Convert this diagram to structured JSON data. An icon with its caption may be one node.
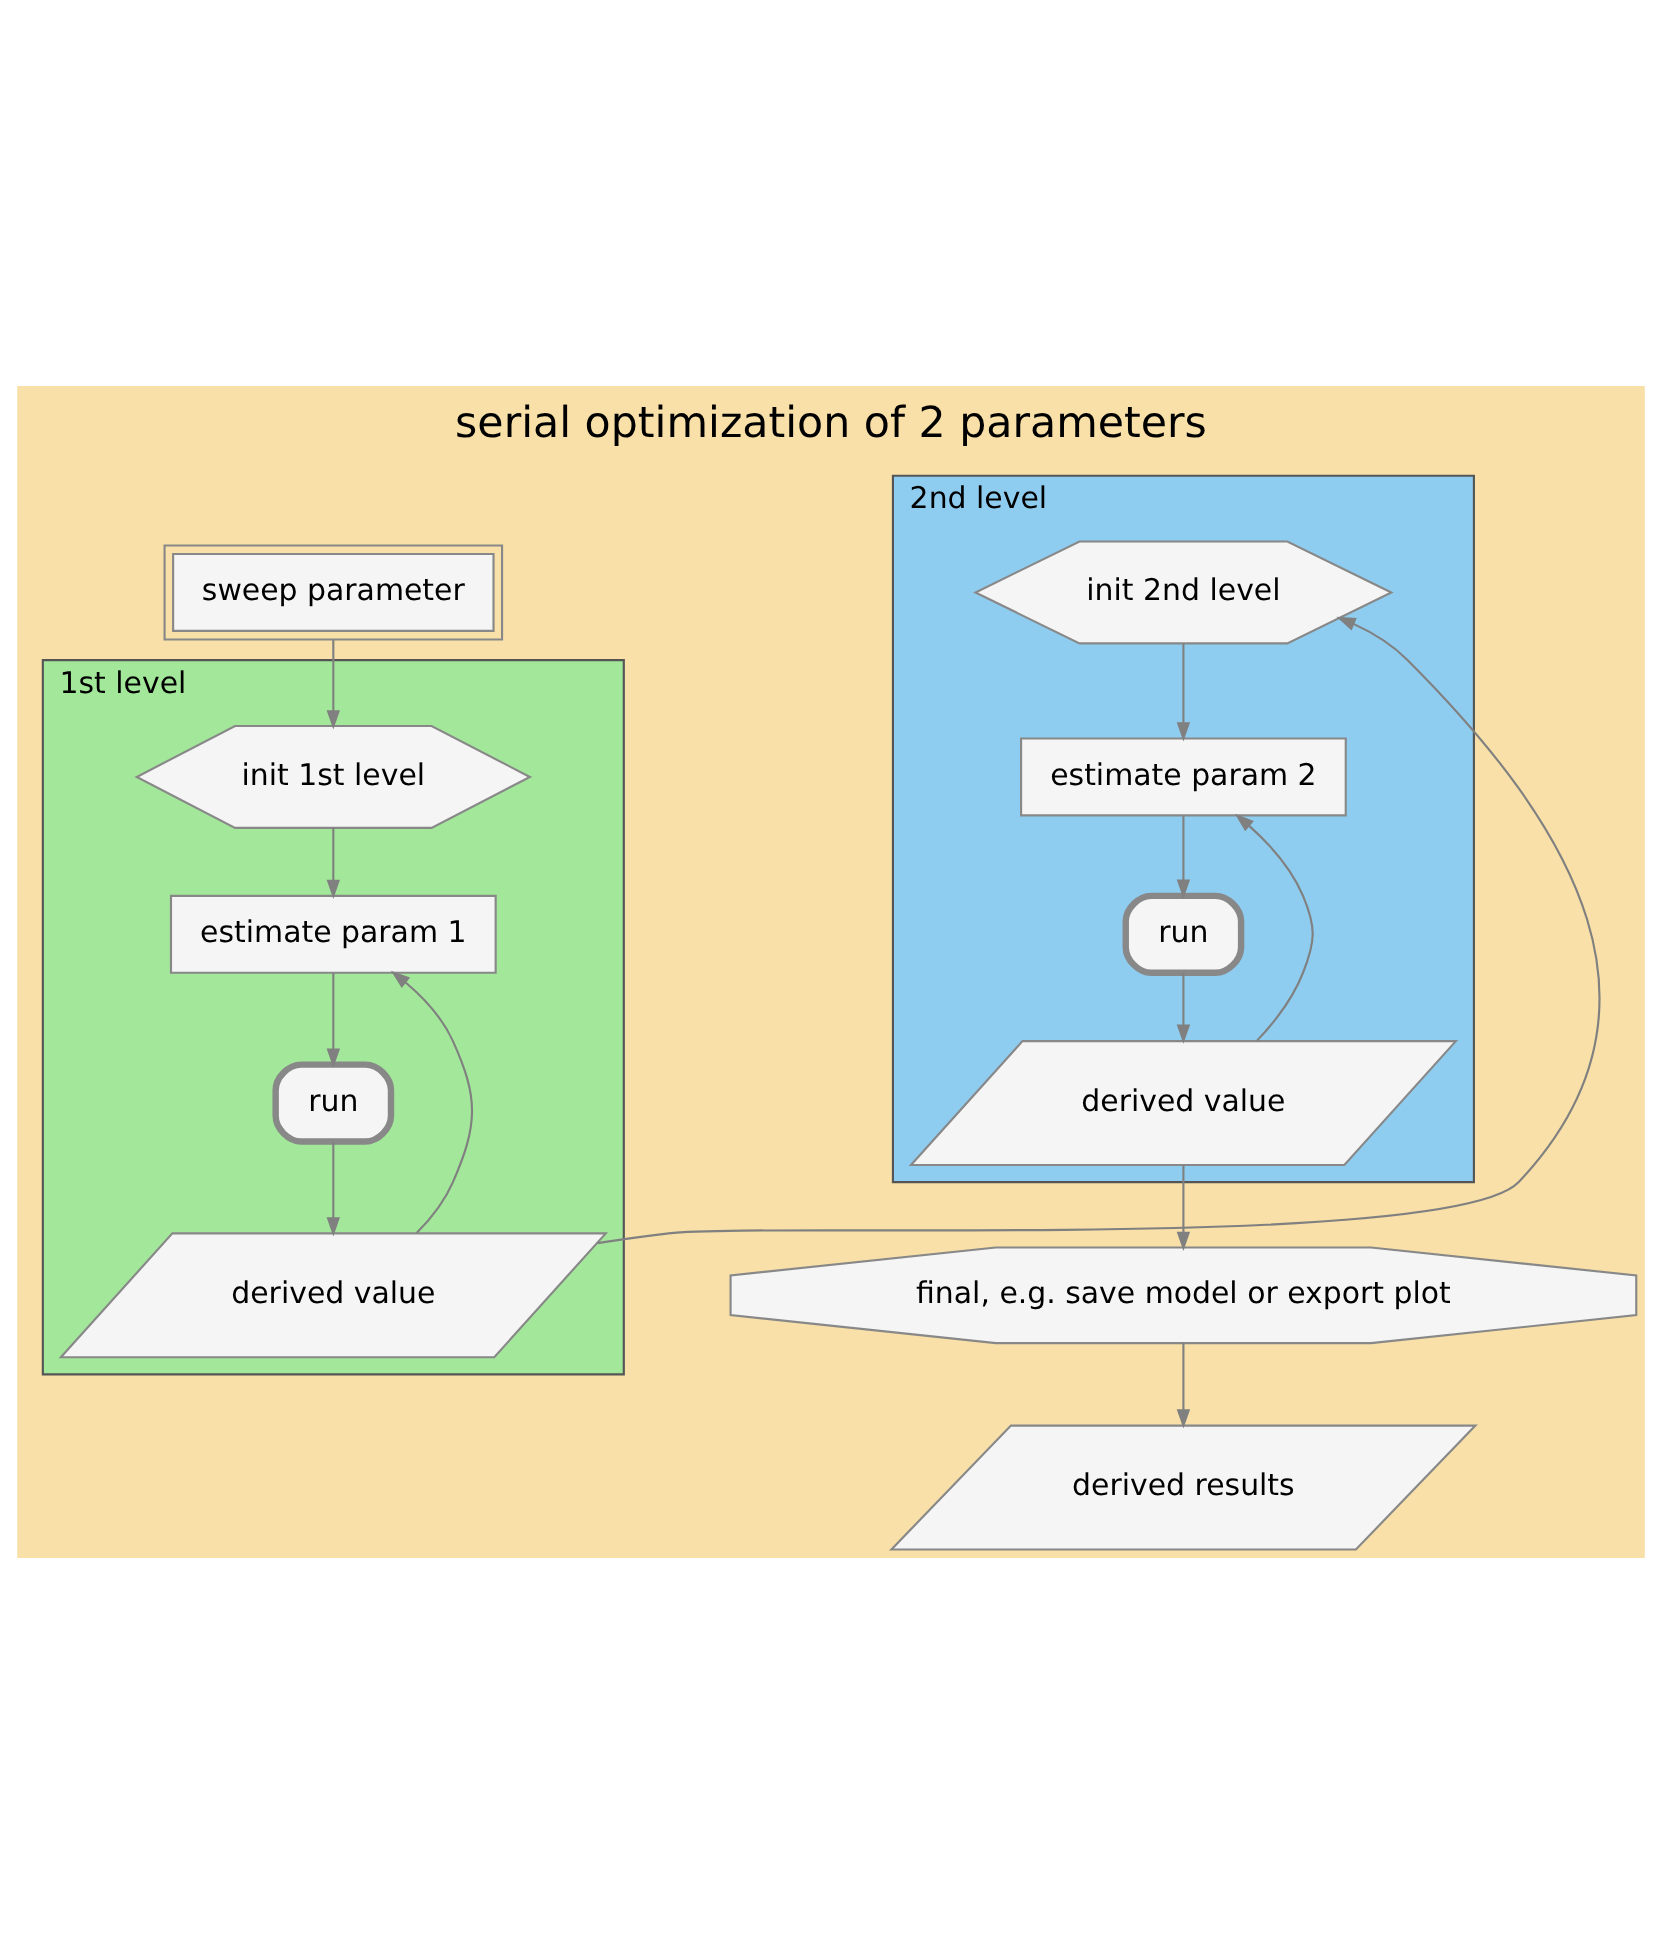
{
  "diagram": {
    "title": "serial optimization of 2 parameters",
    "nodes": [
      {
        "text": [
          "sweep parameter"
        ]
      },
      {
        "text": [
          "1st level"
        ]
      },
      {
        "text": [
          "init 1st level"
        ],
        "in": 1
      },
      {
        "text": [
          "estimate param 1"
        ],
        "in": 1
      },
      {
        "text": [
          "run"
        ],
        "in": 1
      },
      {
        "text": [
          "derived value"
        ],
        "in": 1
      },
      {
        "text": [
          "2nd level"
        ]
      },
      {
        "text": [
          "init 2nd level"
        ],
        "in": 6
      },
      {
        "text": [
          "estimate param 2"
        ],
        "in": 6
      },
      {
        "text": [
          "run"
        ],
        "in": 6
      },
      {
        "text": [
          "derived value"
        ],
        "in": 6
      },
      {
        "text": [
          "final, e.g. save model or export plot"
        ]
      },
      {
        "text": [
          "derived results"
        ]
      }
    ],
    "edges": [
      {
        "from": 0,
        "to": 2,
        "arrow": "to"
      },
      {
        "from": 2,
        "to": 3,
        "arrow": "to"
      },
      {
        "from": 3,
        "to": 4,
        "arrow": "to"
      },
      {
        "from": 4,
        "to": 5,
        "arrow": "to"
      },
      {
        "from": 5,
        "to": 3,
        "arrow": "to"
      },
      {
        "from": 5,
        "to": 7,
        "arrow": "to"
      },
      {
        "from": 7,
        "to": 8,
        "arrow": "to"
      },
      {
        "from": 8,
        "to": 9,
        "arrow": "to"
      },
      {
        "from": 9,
        "to": 10,
        "arrow": "to"
      },
      {
        "from": 10,
        "to": 8,
        "arrow": "to"
      },
      {
        "from": 10,
        "to": 11,
        "arrow": "to"
      },
      {
        "from": 11,
        "to": 12,
        "arrow": "to"
      }
    ]
  }
}
